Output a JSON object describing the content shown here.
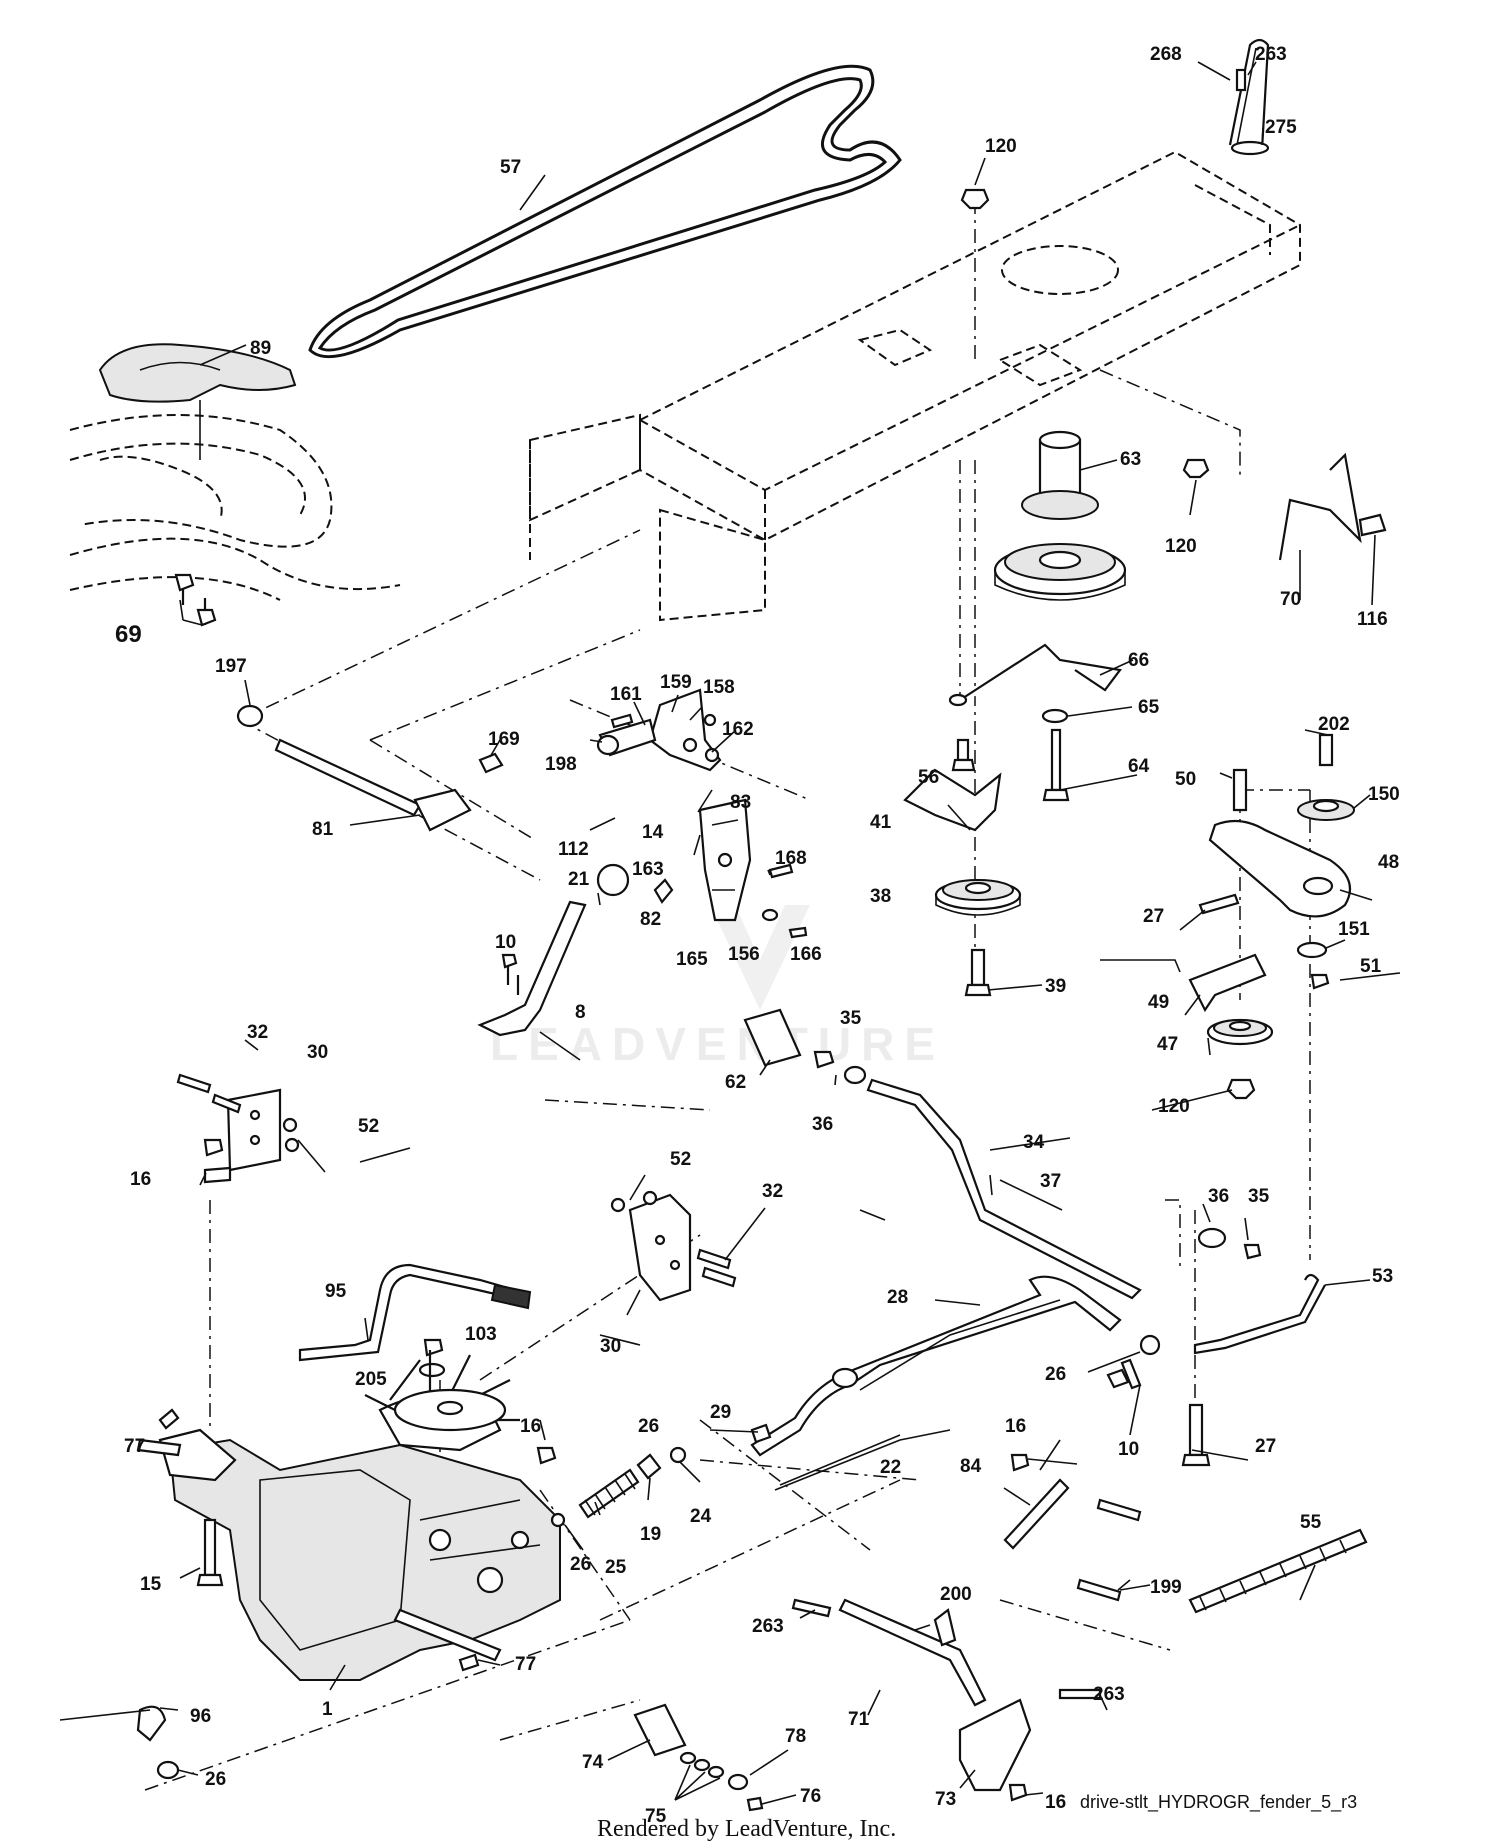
{
  "diagram": {
    "caption": "drive-stlt_HYDROGR_fender_5_r3",
    "footer": "Rendered by LeadVenture, Inc.",
    "watermark": "LEADVENTURE",
    "labels": [
      {
        "id": "p57",
        "text": "57"
      },
      {
        "id": "p268",
        "text": "268"
      },
      {
        "id": "p263a",
        "text": "263"
      },
      {
        "id": "p275",
        "text": "275"
      },
      {
        "id": "p120a",
        "text": "120"
      },
      {
        "id": "p89",
        "text": "89"
      },
      {
        "id": "p63",
        "text": "63"
      },
      {
        "id": "p120b",
        "text": "120"
      },
      {
        "id": "p70",
        "text": "70"
      },
      {
        "id": "p116",
        "text": "116"
      },
      {
        "id": "p69",
        "text": "69"
      },
      {
        "id": "p197",
        "text": "197"
      },
      {
        "id": "p66",
        "text": "66"
      },
      {
        "id": "p65",
        "text": "65"
      },
      {
        "id": "p161",
        "text": "161"
      },
      {
        "id": "p159",
        "text": "159"
      },
      {
        "id": "p158",
        "text": "158"
      },
      {
        "id": "p169",
        "text": "169"
      },
      {
        "id": "p162",
        "text": "162"
      },
      {
        "id": "p198",
        "text": "198"
      },
      {
        "id": "p202",
        "text": "202"
      },
      {
        "id": "p56",
        "text": "56"
      },
      {
        "id": "p64",
        "text": "64"
      },
      {
        "id": "p50",
        "text": "50"
      },
      {
        "id": "p150",
        "text": "150"
      },
      {
        "id": "p83",
        "text": "83"
      },
      {
        "id": "p81",
        "text": "81"
      },
      {
        "id": "p112",
        "text": "112"
      },
      {
        "id": "p14",
        "text": "14"
      },
      {
        "id": "p41",
        "text": "41"
      },
      {
        "id": "p168",
        "text": "168"
      },
      {
        "id": "p163",
        "text": "163"
      },
      {
        "id": "p48",
        "text": "48"
      },
      {
        "id": "p21",
        "text": "21"
      },
      {
        "id": "p38",
        "text": "38"
      },
      {
        "id": "p27a",
        "text": "27"
      },
      {
        "id": "p151",
        "text": "151"
      },
      {
        "id": "p10a",
        "text": "10"
      },
      {
        "id": "p82",
        "text": "82"
      },
      {
        "id": "p165",
        "text": "165"
      },
      {
        "id": "p156",
        "text": "156"
      },
      {
        "id": "p166",
        "text": "166"
      },
      {
        "id": "p51",
        "text": "51"
      },
      {
        "id": "p39",
        "text": "39"
      },
      {
        "id": "p49",
        "text": "49"
      },
      {
        "id": "p8",
        "text": "8"
      },
      {
        "id": "p35a",
        "text": "35"
      },
      {
        "id": "p32a",
        "text": "32"
      },
      {
        "id": "p47",
        "text": "47"
      },
      {
        "id": "p30a",
        "text": "30"
      },
      {
        "id": "p62",
        "text": "62"
      },
      {
        "id": "p120c",
        "text": "120"
      },
      {
        "id": "p36a",
        "text": "36"
      },
      {
        "id": "p52a",
        "text": "52"
      },
      {
        "id": "p34",
        "text": "34"
      },
      {
        "id": "p16a",
        "text": "16"
      },
      {
        "id": "p52b",
        "text": "52"
      },
      {
        "id": "p37",
        "text": "37"
      },
      {
        "id": "p32b",
        "text": "32"
      },
      {
        "id": "p36b",
        "text": "36"
      },
      {
        "id": "p35b",
        "text": "35"
      },
      {
        "id": "p53",
        "text": "53"
      },
      {
        "id": "p95",
        "text": "95"
      },
      {
        "id": "p28",
        "text": "28"
      },
      {
        "id": "p103",
        "text": "103"
      },
      {
        "id": "p30b",
        "text": "30"
      },
      {
        "id": "p26a",
        "text": "26"
      },
      {
        "id": "p205",
        "text": "205"
      },
      {
        "id": "p29",
        "text": "29"
      },
      {
        "id": "p10b",
        "text": "10"
      },
      {
        "id": "p27b",
        "text": "27"
      },
      {
        "id": "p16b",
        "text": "16"
      },
      {
        "id": "p26b",
        "text": "26"
      },
      {
        "id": "p77a",
        "text": "77"
      },
      {
        "id": "p16c",
        "text": "16"
      },
      {
        "id": "p22",
        "text": "22"
      },
      {
        "id": "p84",
        "text": "84"
      },
      {
        "id": "p24",
        "text": "24"
      },
      {
        "id": "p19",
        "text": "19"
      },
      {
        "id": "p25",
        "text": "25"
      },
      {
        "id": "p26c",
        "text": "26"
      },
      {
        "id": "p55",
        "text": "55"
      },
      {
        "id": "p199",
        "text": "199"
      },
      {
        "id": "p15",
        "text": "15"
      },
      {
        "id": "p200",
        "text": "200"
      },
      {
        "id": "p263b",
        "text": "263"
      },
      {
        "id": "p71",
        "text": "71"
      },
      {
        "id": "p263c",
        "text": "263"
      },
      {
        "id": "p77b",
        "text": "77"
      },
      {
        "id": "p96",
        "text": "96"
      },
      {
        "id": "p1",
        "text": "1"
      },
      {
        "id": "p78",
        "text": "78"
      },
      {
        "id": "p74",
        "text": "74"
      },
      {
        "id": "p76",
        "text": "76"
      },
      {
        "id": "p26d",
        "text": "26"
      },
      {
        "id": "p75",
        "text": "75"
      },
      {
        "id": "p73",
        "text": "73"
      },
      {
        "id": "p16d",
        "text": "16"
      }
    ]
  }
}
